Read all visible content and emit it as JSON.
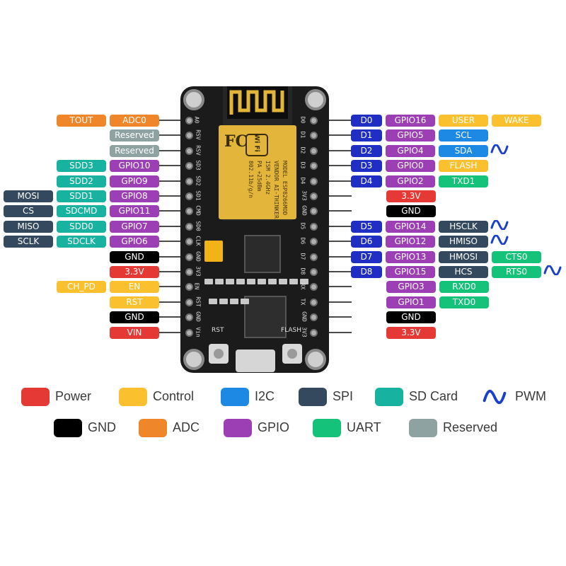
{
  "colors": {
    "power": "#e53935",
    "control": "#fbc02d",
    "i2c": "#1e88e5",
    "spi": "#34495e",
    "sdcard": "#17b3a0",
    "pwm": "#1a3fcf",
    "gnd": "#000000",
    "adc": "#f0862a",
    "gpio": "#9c3fb5",
    "uart": "#14c27a",
    "reserved": "#8fa2a2",
    "dpin": "#1f2fc4"
  },
  "left_rows": [
    [
      {
        "t": "TOUT",
        "c": "adc"
      },
      {
        "t": "ADC0",
        "c": "adc"
      }
    ],
    [
      {
        "t": "Reserved",
        "c": "reserved"
      }
    ],
    [
      {
        "t": "Reserved",
        "c": "reserved"
      }
    ],
    [
      {
        "t": "SDD3",
        "c": "sdcard"
      },
      {
        "t": "GPIO10",
        "c": "gpio"
      }
    ],
    [
      {
        "t": "SDD2",
        "c": "sdcard"
      },
      {
        "t": "GPIO9",
        "c": "gpio"
      }
    ],
    [
      {
        "t": "MOSI",
        "c": "spi"
      },
      {
        "t": "SDD1",
        "c": "sdcard"
      },
      {
        "t": "GPIO8",
        "c": "gpio"
      }
    ],
    [
      {
        "t": "CS",
        "c": "spi"
      },
      {
        "t": "SDCMD",
        "c": "sdcard"
      },
      {
        "t": "GPIO11",
        "c": "gpio"
      }
    ],
    [
      {
        "t": "MISO",
        "c": "spi"
      },
      {
        "t": "SDD0",
        "c": "sdcard"
      },
      {
        "t": "GPIO7",
        "c": "gpio"
      }
    ],
    [
      {
        "t": "SCLK",
        "c": "spi"
      },
      {
        "t": "SDCLK",
        "c": "sdcard"
      },
      {
        "t": "GPIO6",
        "c": "gpio"
      }
    ],
    [
      {
        "t": "GND",
        "c": "gnd"
      }
    ],
    [
      {
        "t": "3.3V",
        "c": "power"
      }
    ],
    [
      {
        "t": "CH_PD",
        "c": "control"
      },
      {
        "t": "EN",
        "c": "control"
      }
    ],
    [
      {
        "t": "RST",
        "c": "control"
      }
    ],
    [
      {
        "t": "GND",
        "c": "gnd"
      }
    ],
    [
      {
        "t": "VIN",
        "c": "power"
      }
    ]
  ],
  "right_rows": [
    [
      {
        "t": "D0",
        "c": "dpin"
      },
      {
        "t": "GPIO16",
        "c": "gpio"
      },
      {
        "t": "USER",
        "c": "control"
      },
      {
        "t": "WAKE",
        "c": "control"
      }
    ],
    [
      {
        "t": "D1",
        "c": "dpin"
      },
      {
        "t": "GPIO5",
        "c": "gpio"
      },
      {
        "t": "SCL",
        "c": "i2c"
      }
    ],
    [
      {
        "t": "D2",
        "c": "dpin"
      },
      {
        "t": "GPIO4",
        "c": "gpio"
      },
      {
        "t": "SDA",
        "c": "i2c"
      },
      {
        "pwm": true
      }
    ],
    [
      {
        "t": "D3",
        "c": "dpin"
      },
      {
        "t": "GPIO0",
        "c": "gpio"
      },
      {
        "t": "FLASH",
        "c": "control"
      }
    ],
    [
      {
        "t": "D4",
        "c": "dpin"
      },
      {
        "t": "GPIO2",
        "c": "gpio"
      },
      {
        "t": "TXD1",
        "c": "uart"
      }
    ],
    [
      {
        "t": "3.3V",
        "c": "power"
      }
    ],
    [
      {
        "t": "GND",
        "c": "gnd"
      }
    ],
    [
      {
        "t": "D5",
        "c": "dpin"
      },
      {
        "t": "GPIO14",
        "c": "gpio"
      },
      {
        "t": "HSCLK",
        "c": "spi"
      },
      {
        "pwm": true
      }
    ],
    [
      {
        "t": "D6",
        "c": "dpin"
      },
      {
        "t": "GPIO12",
        "c": "gpio"
      },
      {
        "t": "HMISO",
        "c": "spi"
      },
      {
        "pwm": true
      }
    ],
    [
      {
        "t": "D7",
        "c": "dpin"
      },
      {
        "t": "GPIO13",
        "c": "gpio"
      },
      {
        "t": "HMOSI",
        "c": "spi"
      },
      {
        "t": "CTS0",
        "c": "uart"
      }
    ],
    [
      {
        "t": "D8",
        "c": "dpin"
      },
      {
        "t": "GPIO15",
        "c": "gpio"
      },
      {
        "t": "HCS",
        "c": "spi"
      },
      {
        "t": "RTS0",
        "c": "uart"
      },
      {
        "pwm": true
      }
    ],
    [
      {
        "t": "GPIO3",
        "c": "gpio"
      },
      {
        "t": "RXD0",
        "c": "uart"
      }
    ],
    [
      {
        "t": "GPIO1",
        "c": "gpio"
      },
      {
        "t": "TXD0",
        "c": "uart"
      }
    ],
    [
      {
        "t": "GND",
        "c": "gnd"
      }
    ],
    [
      {
        "t": "3.3V",
        "c": "power"
      }
    ]
  ],
  "board": {
    "left_silk": [
      "A0",
      "RSV",
      "RSV",
      "SD3",
      "SD2",
      "SD1",
      "CMD",
      "SD0",
      "CLK",
      "GND",
      "3V3",
      "EN",
      "RST",
      "GND",
      "Vin"
    ],
    "right_silk": [
      "D0",
      "D1",
      "D2",
      "D3",
      "D4",
      "3V3",
      "GND",
      "D5",
      "D6",
      "D7",
      "D8",
      "RX",
      "TX",
      "GND",
      "3V3"
    ],
    "rst_label": "RST",
    "flash_label": "FLASH",
    "module_text": [
      "MODEL ESP8266MOD",
      "VENDOR AI-THINKER",
      "ISM 2.4GHz",
      "PA +25dBm",
      "802.11b/g/n"
    ],
    "fc_mark": "FC",
    "wifi_mark": "Wi Fi"
  },
  "legend": [
    {
      "label": "Power",
      "c": "power"
    },
    {
      "label": "Control",
      "c": "control"
    },
    {
      "label": "I2C",
      "c": "i2c"
    },
    {
      "label": "SPI",
      "c": "spi"
    },
    {
      "label": "SD Card",
      "c": "sdcard"
    },
    {
      "label": "PWM",
      "c": "pwm",
      "pwm": true
    },
    {
      "label": "GND",
      "c": "gnd"
    },
    {
      "label": "ADC",
      "c": "adc"
    },
    {
      "label": "GPIO",
      "c": "gpio"
    },
    {
      "label": "UART",
      "c": "uart"
    },
    {
      "label": "Reserved",
      "c": "reserved"
    }
  ]
}
